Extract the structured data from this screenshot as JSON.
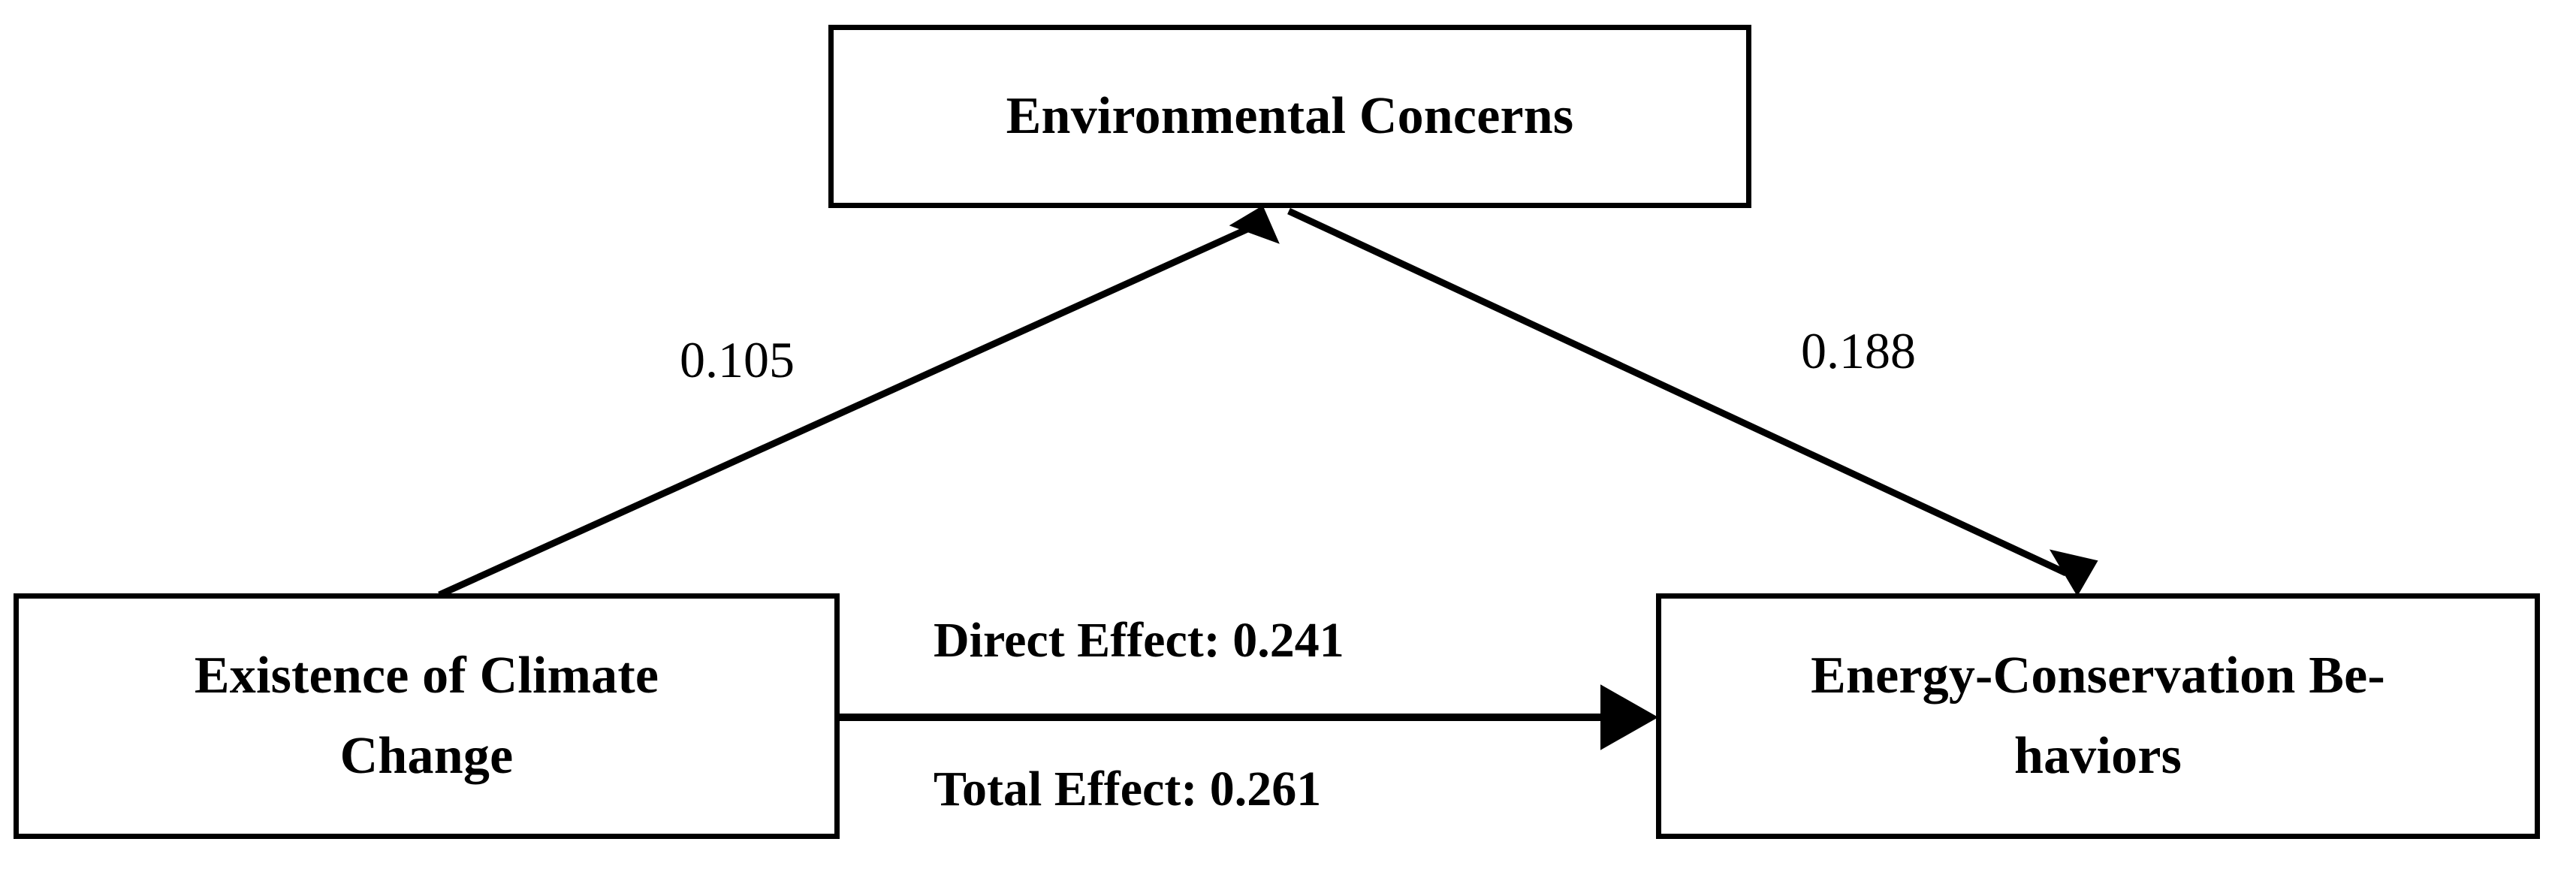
{
  "figure": {
    "type": "mediation-path-diagram",
    "background_color": "#ffffff",
    "line_color": "#000000"
  },
  "nodes": {
    "mediator": {
      "id": "environmental-concerns",
      "label": "Environmental Concerns",
      "role": "mediator"
    },
    "predictor": {
      "id": "existence-of-climate-change",
      "label": "Existence of Climate\nChange",
      "role": "independent-variable"
    },
    "outcome": {
      "id": "energy-conservation-behaviors",
      "label": "Energy-Conservation Be-\nhaviors",
      "role": "dependent-variable"
    }
  },
  "paths": {
    "a_path": {
      "label": "0.105",
      "from": "existence-of-climate-change",
      "to": "environmental-concerns"
    },
    "b_path": {
      "label": "0.188",
      "from": "environmental-concerns",
      "to": "energy-conservation-behaviors"
    },
    "direct_effect": {
      "label": "Direct Effect: 0.241",
      "from": "existence-of-climate-change",
      "to": "energy-conservation-behaviors"
    },
    "total_effect": {
      "label": "Total Effect: 0.261",
      "from": "existence-of-climate-change",
      "to": "energy-conservation-behaviors"
    }
  },
  "chart_data": {
    "type": "diagram",
    "title": "",
    "nodes": [
      "Environmental Concerns",
      "Existence of Climate Change",
      "Energy-Conservation Behaviors"
    ],
    "edges": [
      {
        "source": "Existence of Climate Change",
        "target": "Environmental Concerns",
        "label": "0.105",
        "value": 0.105
      },
      {
        "source": "Environmental Concerns",
        "target": "Energy-Conservation Behaviors",
        "label": "0.188",
        "value": 0.188
      },
      {
        "source": "Existence of Climate Change",
        "target": "Energy-Conservation Behaviors",
        "label": "Direct Effect: 0.241",
        "value": 0.241
      },
      {
        "source": "Existence of Climate Change",
        "target": "Energy-Conservation Behaviors",
        "label": "Total Effect: 0.261",
        "value": 0.261
      }
    ]
  }
}
